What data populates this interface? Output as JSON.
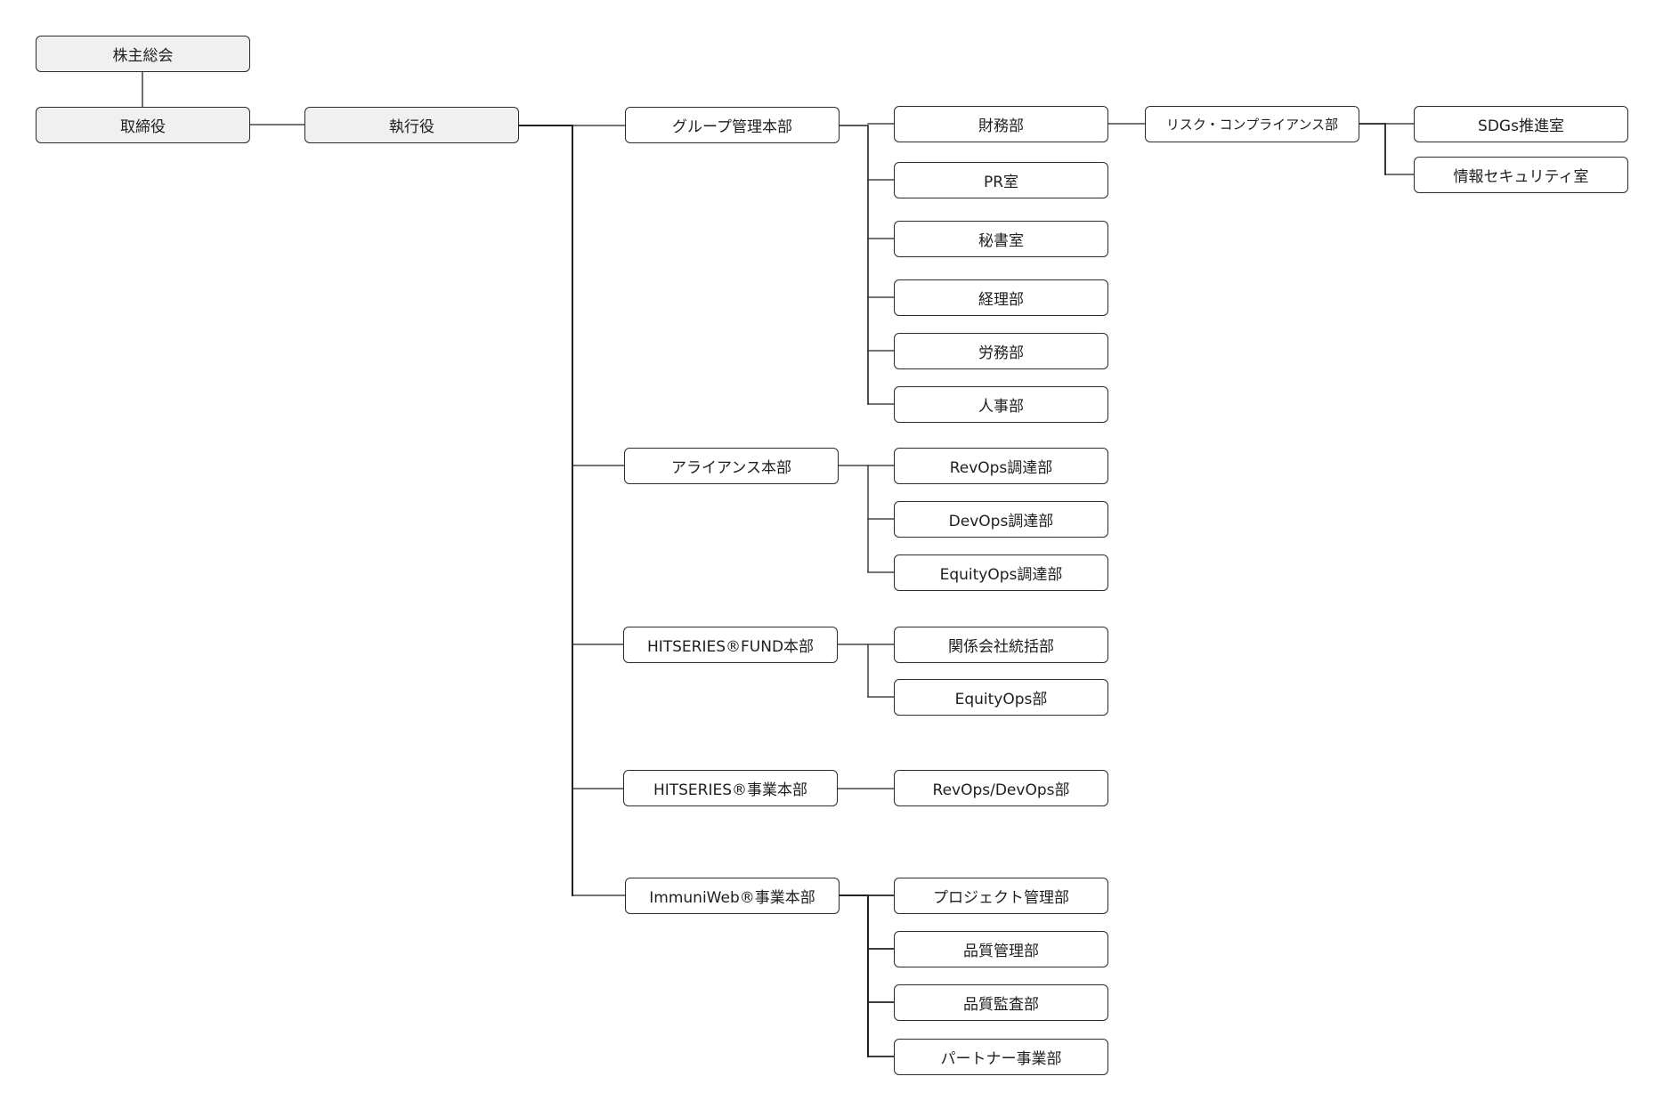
{
  "colors": {
    "line": "#222222",
    "box_border": "#2b2b2b",
    "top_fill": "#f0f0f0",
    "box_fill": "#ffffff"
  },
  "nodes": {
    "shareholders": "株主総会",
    "board": "取締役",
    "executive": "執行役",
    "group_mgmt": "グループ管理本部",
    "finance": "財務部",
    "risk": "リスク・コンプライアンス部",
    "sdgs": "SDGs推進室",
    "infosec": "情報セキュリティ室",
    "pr": "PR室",
    "secretary": "秘書室",
    "accounting": "経理部",
    "labor": "労務部",
    "hr": "人事部",
    "alliance": "アライアンス本部",
    "revops_proc": "RevOps調達部",
    "devops_proc": "DevOps調達部",
    "equityops_proc": "EquityOps調達部",
    "fund": "HITSERIES®FUND本部",
    "affiliates": "関係会社統括部",
    "equityops": "EquityOps部",
    "hitseries_biz": "HITSERIES®事業本部",
    "revdevops": "RevOps/DevOps部",
    "immuniweb_biz": "ImmuniWeb®事業本部",
    "project_mgmt": "プロジェクト管理部",
    "quality_mgmt": "品質管理部",
    "quality_audit": "品質監査部",
    "partner_biz": "パートナー事業部"
  }
}
